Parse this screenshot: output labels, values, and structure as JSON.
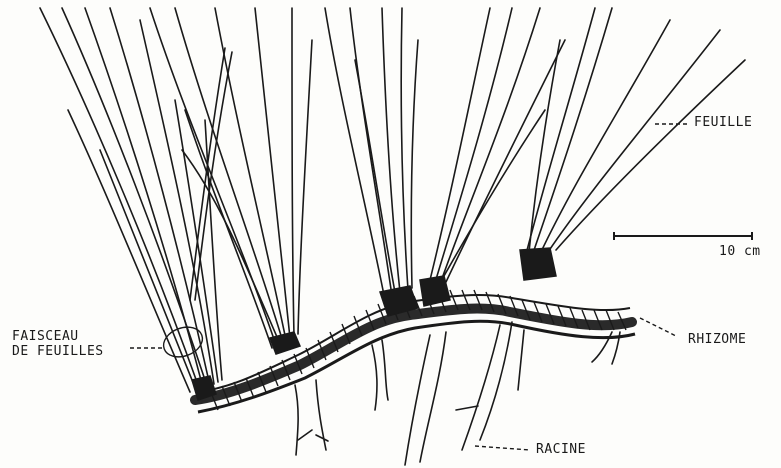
{
  "labels": {
    "feuille": "FEUILLE",
    "faisceau_line1": "FAISCEAU",
    "faisceau_line2": "DE FEUILLES",
    "rhizome": "RHIZOME",
    "racine": "RACINE",
    "scale": "10 cm"
  },
  "colors": {
    "ink": "#1a1a1a",
    "paper": "#fdfdfb"
  }
}
